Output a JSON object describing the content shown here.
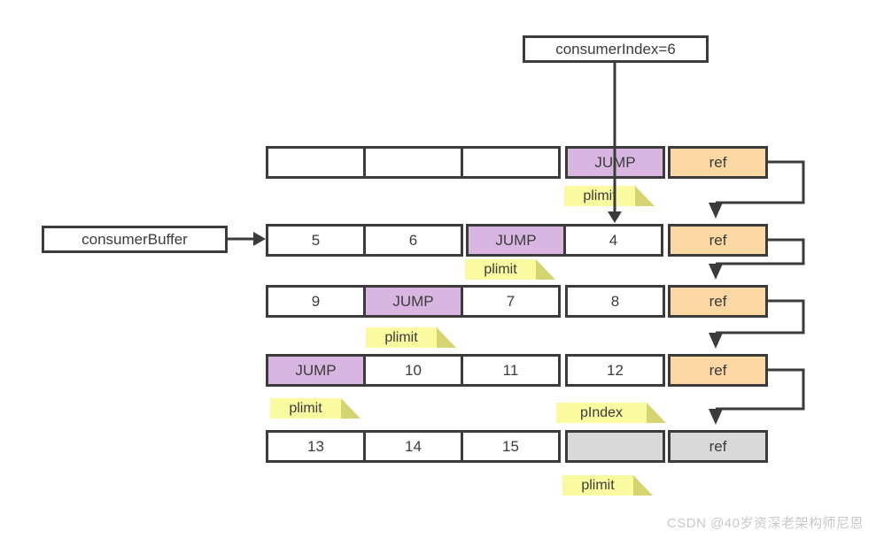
{
  "boxes": {
    "consumer_index": "consumerIndex=6",
    "consumer_buffer": "consumerBuffer"
  },
  "rows": [
    {
      "cells": [
        {
          "label": "",
          "type": "empty"
        },
        {
          "label": "",
          "type": "empty"
        },
        {
          "label": "",
          "type": "empty"
        },
        {
          "label": "JUMP",
          "type": "jump"
        },
        {
          "label": "ref",
          "type": "ref"
        }
      ]
    },
    {
      "cells": [
        {
          "label": "5",
          "type": "value"
        },
        {
          "label": "6",
          "type": "value"
        },
        {
          "label": "JUMP",
          "type": "jump"
        },
        {
          "label": "4",
          "type": "value"
        },
        {
          "label": "ref",
          "type": "ref"
        }
      ]
    },
    {
      "cells": [
        {
          "label": "9",
          "type": "value"
        },
        {
          "label": "JUMP",
          "type": "jump"
        },
        {
          "label": "7",
          "type": "value"
        },
        {
          "label": "8",
          "type": "value"
        },
        {
          "label": "ref",
          "type": "ref"
        }
      ]
    },
    {
      "cells": [
        {
          "label": "JUMP",
          "type": "jump"
        },
        {
          "label": "10",
          "type": "value"
        },
        {
          "label": "11",
          "type": "value"
        },
        {
          "label": "12",
          "type": "value"
        },
        {
          "label": "ref",
          "type": "ref"
        }
      ]
    },
    {
      "cells": [
        {
          "label": "13",
          "type": "value"
        },
        {
          "label": "14",
          "type": "value"
        },
        {
          "label": "15",
          "type": "value"
        },
        {
          "label": "",
          "type": "inactive"
        },
        {
          "label": "ref",
          "type": "ref-inactive"
        }
      ]
    }
  ],
  "markers": [
    {
      "text": "plimit",
      "attached_to_row": 1
    },
    {
      "text": "plimit",
      "attached_to_row": 2
    },
    {
      "text": "plimit",
      "attached_to_row": 3
    },
    {
      "text": "plimit",
      "attached_to_row": 4
    },
    {
      "text": "pIndex",
      "attached_to_row": 4
    },
    {
      "text": "plimit",
      "attached_to_row": 5
    }
  ],
  "arrows": [
    {
      "from": "consumerIndex=6",
      "to": "row2 cell 4"
    },
    {
      "from": "consumerBuffer",
      "to": "row2 first cell"
    },
    {
      "from": "row1 ref",
      "to": "row2 ref"
    },
    {
      "from": "row2 ref",
      "to": "row3 ref"
    },
    {
      "from": "row3 ref",
      "to": "row4 ref"
    },
    {
      "from": "row4 ref",
      "to": "row5 ref"
    }
  ],
  "watermark": "CSDN @40岁资深老架构师尼恩",
  "colors": {
    "border": "#3b3b3b",
    "jump_cell": "#d9b6e2",
    "ref_cell": "#fbd7a4",
    "inactive_cell": "#d9d9d9",
    "marker_highlight": "#fafaa0",
    "marker_triangle": "#d4d470",
    "watermark_text": "#c8c8c8"
  }
}
